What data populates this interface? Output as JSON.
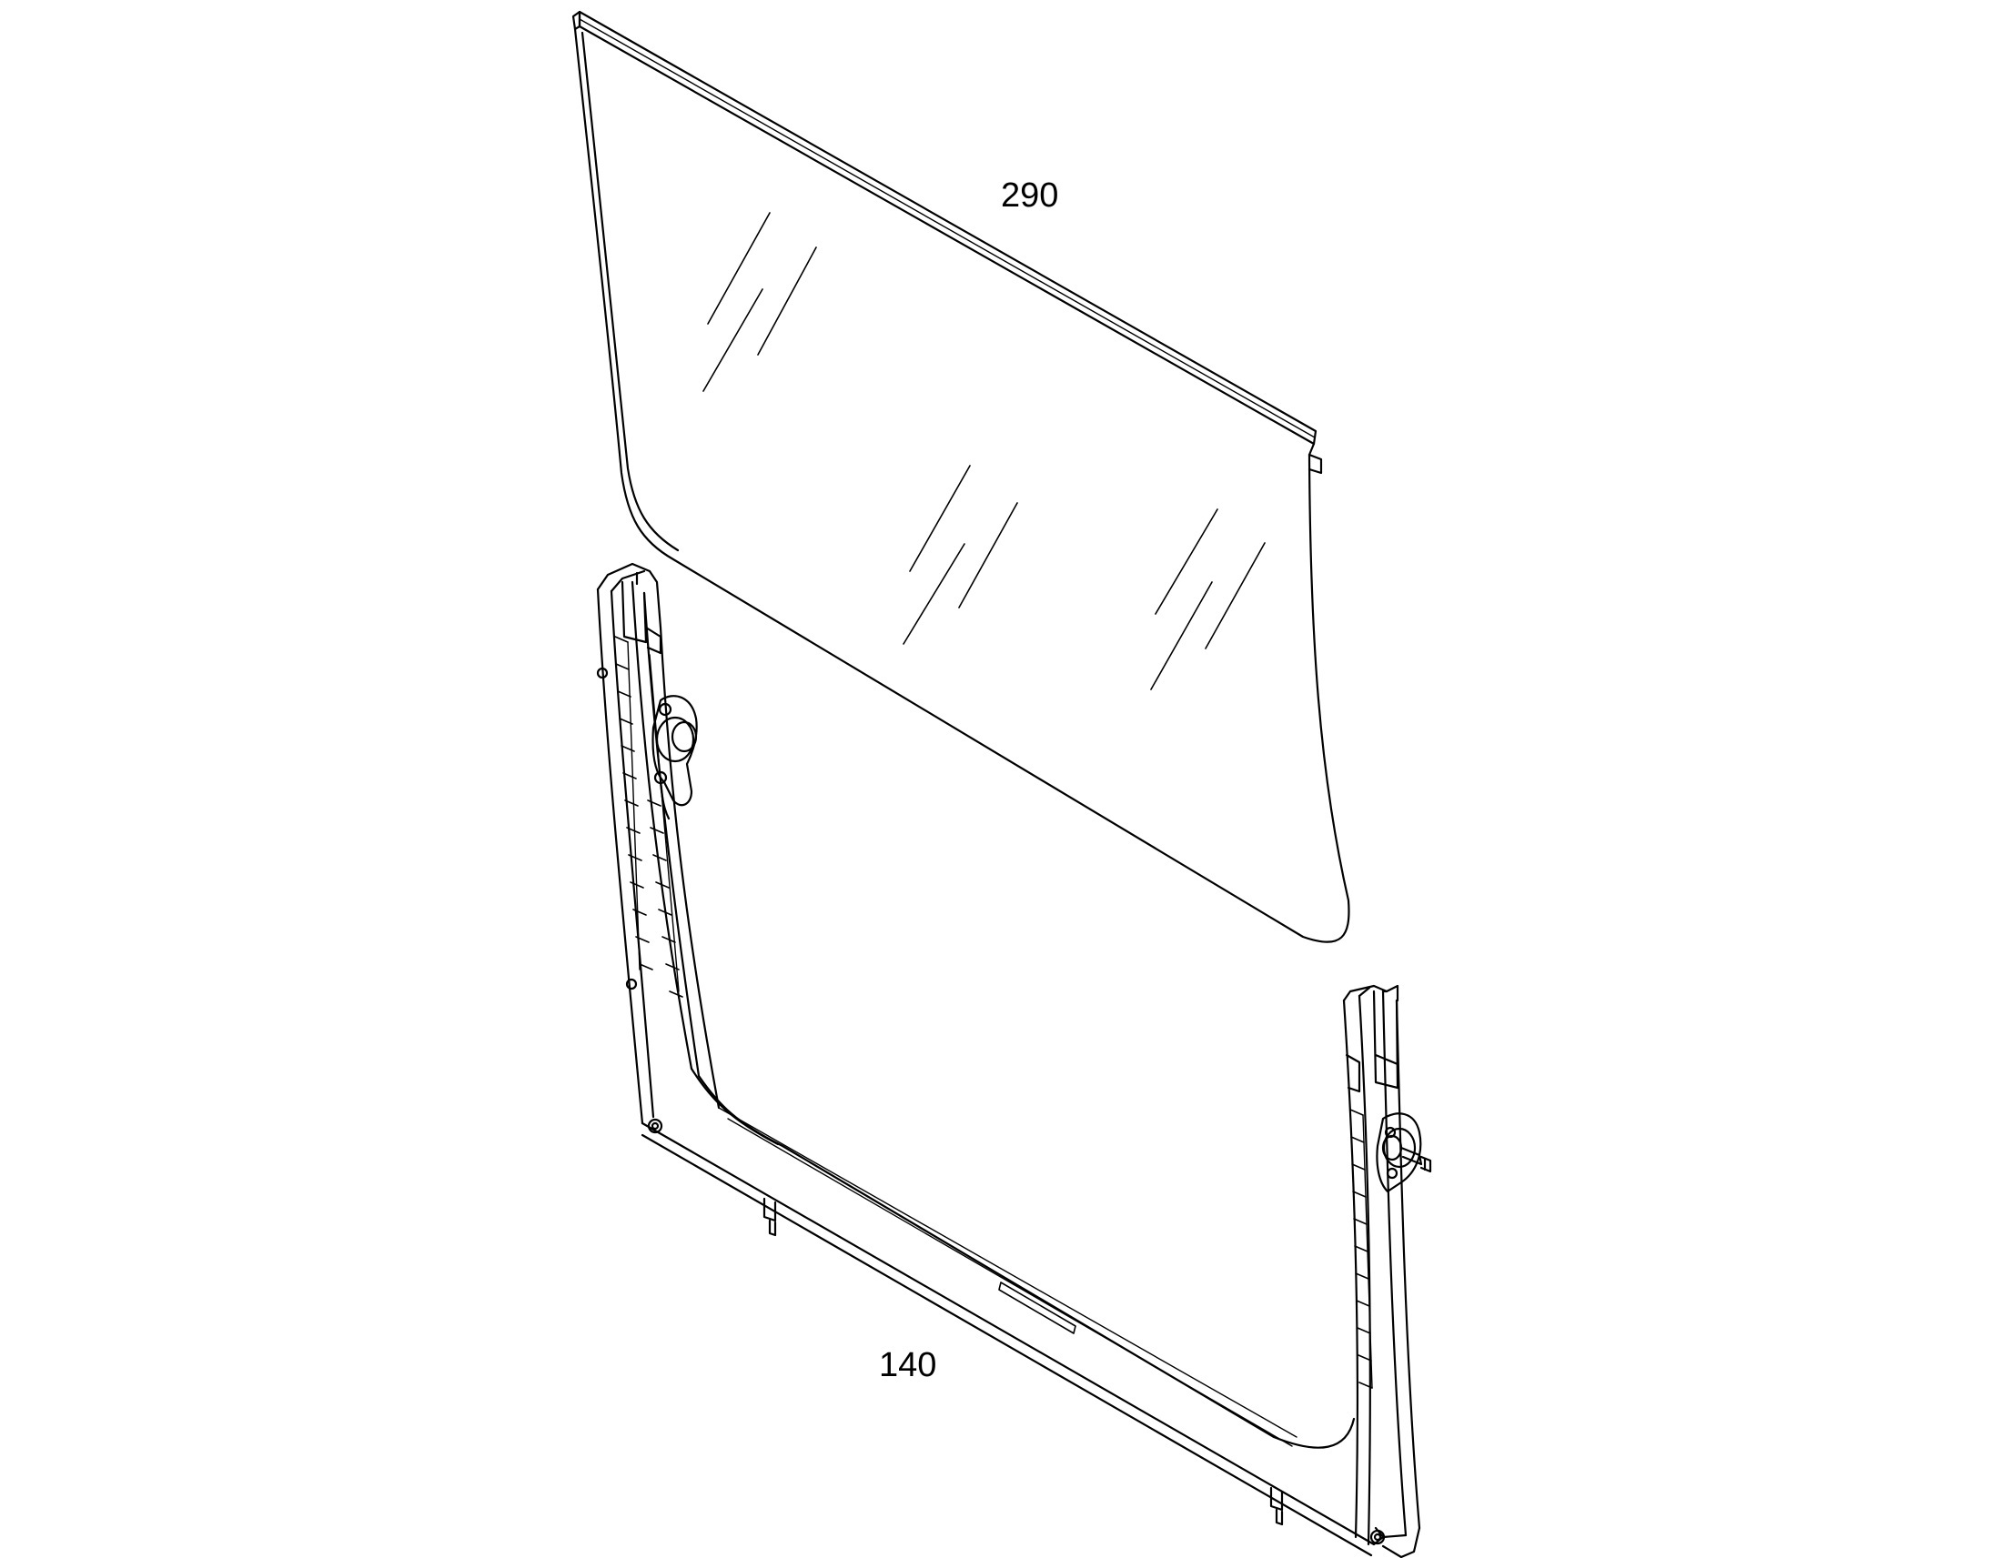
{
  "diagram": {
    "parts": [
      {
        "id": "glass",
        "label": "290"
      },
      {
        "id": "regulator",
        "label": "140"
      }
    ],
    "colors": {
      "line": "#000000",
      "background": "#ffffff"
    }
  }
}
